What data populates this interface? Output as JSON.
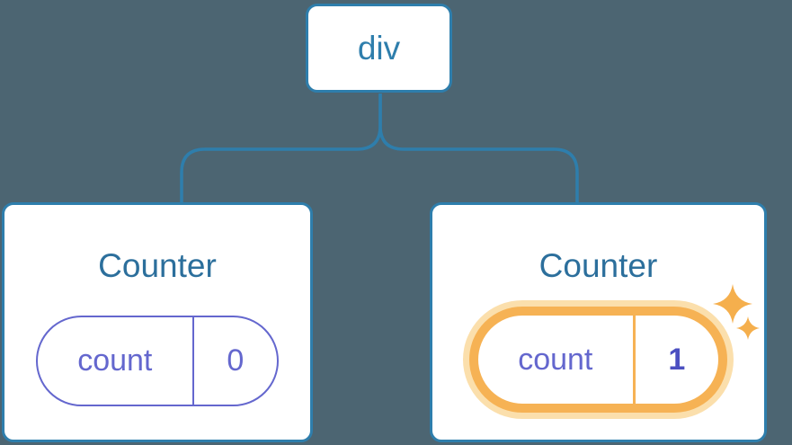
{
  "colors": {
    "background": "#4C6572",
    "node_blue": "#2E7EAC",
    "title_blue": "#2C6F9C",
    "state_purple": "#6467CE",
    "state_value_purple": "#4B4FC1",
    "highlight_orange": "#F6B254",
    "highlight_halo": "#FBDFAC",
    "sparkle_orange": "#F5AF4D"
  },
  "tree": {
    "root": {
      "label": "div"
    },
    "children": [
      {
        "title": "Counter",
        "state": {
          "key": "count",
          "value": "0"
        },
        "highlighted": false
      },
      {
        "title": "Counter",
        "state": {
          "key": "count",
          "value": "1"
        },
        "highlighted": true
      }
    ]
  },
  "icons": {
    "sparkle": "sparkle-icon"
  }
}
